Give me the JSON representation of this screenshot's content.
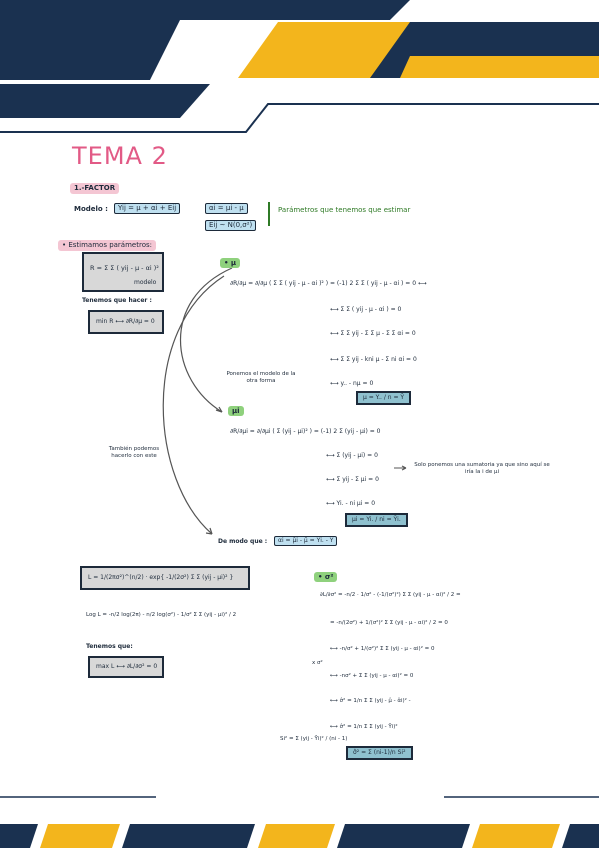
{
  "header": {
    "colors": {
      "navy": "#1a3150",
      "gold": "#f3b51c"
    }
  },
  "title": "TEMA 2",
  "section": "1.-FACTOR",
  "model": {
    "label": "Modelo :",
    "equation": "Yij = μ + αi + Eij",
    "alpha_def": "αi = μi - μ",
    "error_def": "Eij ~ N(0,σ²)",
    "params_note": "Parámetros que tenemos que estimar"
  },
  "estimates": {
    "heading": "• Estimamos parámetros:",
    "R_eq": "R = Σ Σ ( yij - μ - αi )²",
    "modelo_label": "modelo",
    "tenemos_hacer": "Tenemos que hacer :",
    "min_eq": "min R ⟷ ∂R/∂μ = 0"
  },
  "mu_block": {
    "badge": "• μ",
    "line1": "∂R/∂μ = ∂/∂μ ( Σ Σ ( yij - μ - αi )² ) = (-1) 2 Σ Σ ( yij - μ - αi ) = 0 ⟷",
    "line2": "⟷ Σ Σ ( yij - μ - αi ) = 0",
    "line3": "⟷ Σ Σ yij - Σ Σ μ - Σ Σ αi = 0",
    "line4": "⟷ Σ Σ yij - kni μ - Σ ni αi = 0",
    "line5": "⟷ y.. - nμ = 0",
    "result": "μ = Y.. / n = Ȳ"
  },
  "side_notes": {
    "ponemos": "Ponemos el modelo de la otra forma",
    "tambien": "También podemos hacerlo con este"
  },
  "mui_block": {
    "badge": "μi",
    "line1": "∂R/∂μi = ∂/∂μi ( Σ (yij - μi)² ) = (-1) 2 Σ (yij - μi) = 0",
    "line2": "⟷ Σ (yij - μi) = 0",
    "line3": "⟷ Σ yij - Σ μi = 0",
    "line4": "⟷ Yi. - ni μi = 0",
    "result": "μi = Yi. / ni = Ȳi.",
    "note": "Solo ponemos una sumatoria ya que sino aquí se iría la i de μi"
  },
  "conclusion": {
    "prefix": "De modo que :",
    "eq": "αi = μ̂i - μ̂ = Ȳi. - Ȳ"
  },
  "likelihood": {
    "L_eq": "L = 1/(2πσ²)^(n/2) · exp{ -1/(2σ²) Σ Σ (yij - μi)² }",
    "logL_eq": "Log L = -n/2 log(2π) - n/2 log(σ²) - 1/σ² Σ Σ (yij - μi)² / 2",
    "tenemos": "Tenemos que:",
    "max_eq": "max L ⟷ ∂L/∂σ² = 0"
  },
  "sigma_block": {
    "badge": "• σ²",
    "line1": "∂L/∂σ² = -n/2 · 1/σ² - (-1/(σ²)²) Σ Σ (yij - μ - αi)² / 2 =",
    "line2": "= -n/(2σ²) + 1/(σ²)² Σ Σ (yij - μ - αi)² / 2 = 0",
    "line3": "⟷ -n/σ² + 1/(σ²)² Σ Σ (yij - μ - αi)² = 0",
    "x_label": "x σ²",
    "line4": "⟷ -nσ² + Σ Σ (yij - μ - αi)² = 0",
    "line5": "⟷ σ̂² = 1/n Σ Σ (yij - μ̂ - α̂i)² -",
    "line6": "⟷ σ̂² = 1/n Σ Σ (yij - Ȳi)²",
    "si_label": "Si² = Σ (yij - Ȳi)² / (ni - 1)",
    "result": "σ̂² = Σ (ni-1)/n Si²"
  }
}
